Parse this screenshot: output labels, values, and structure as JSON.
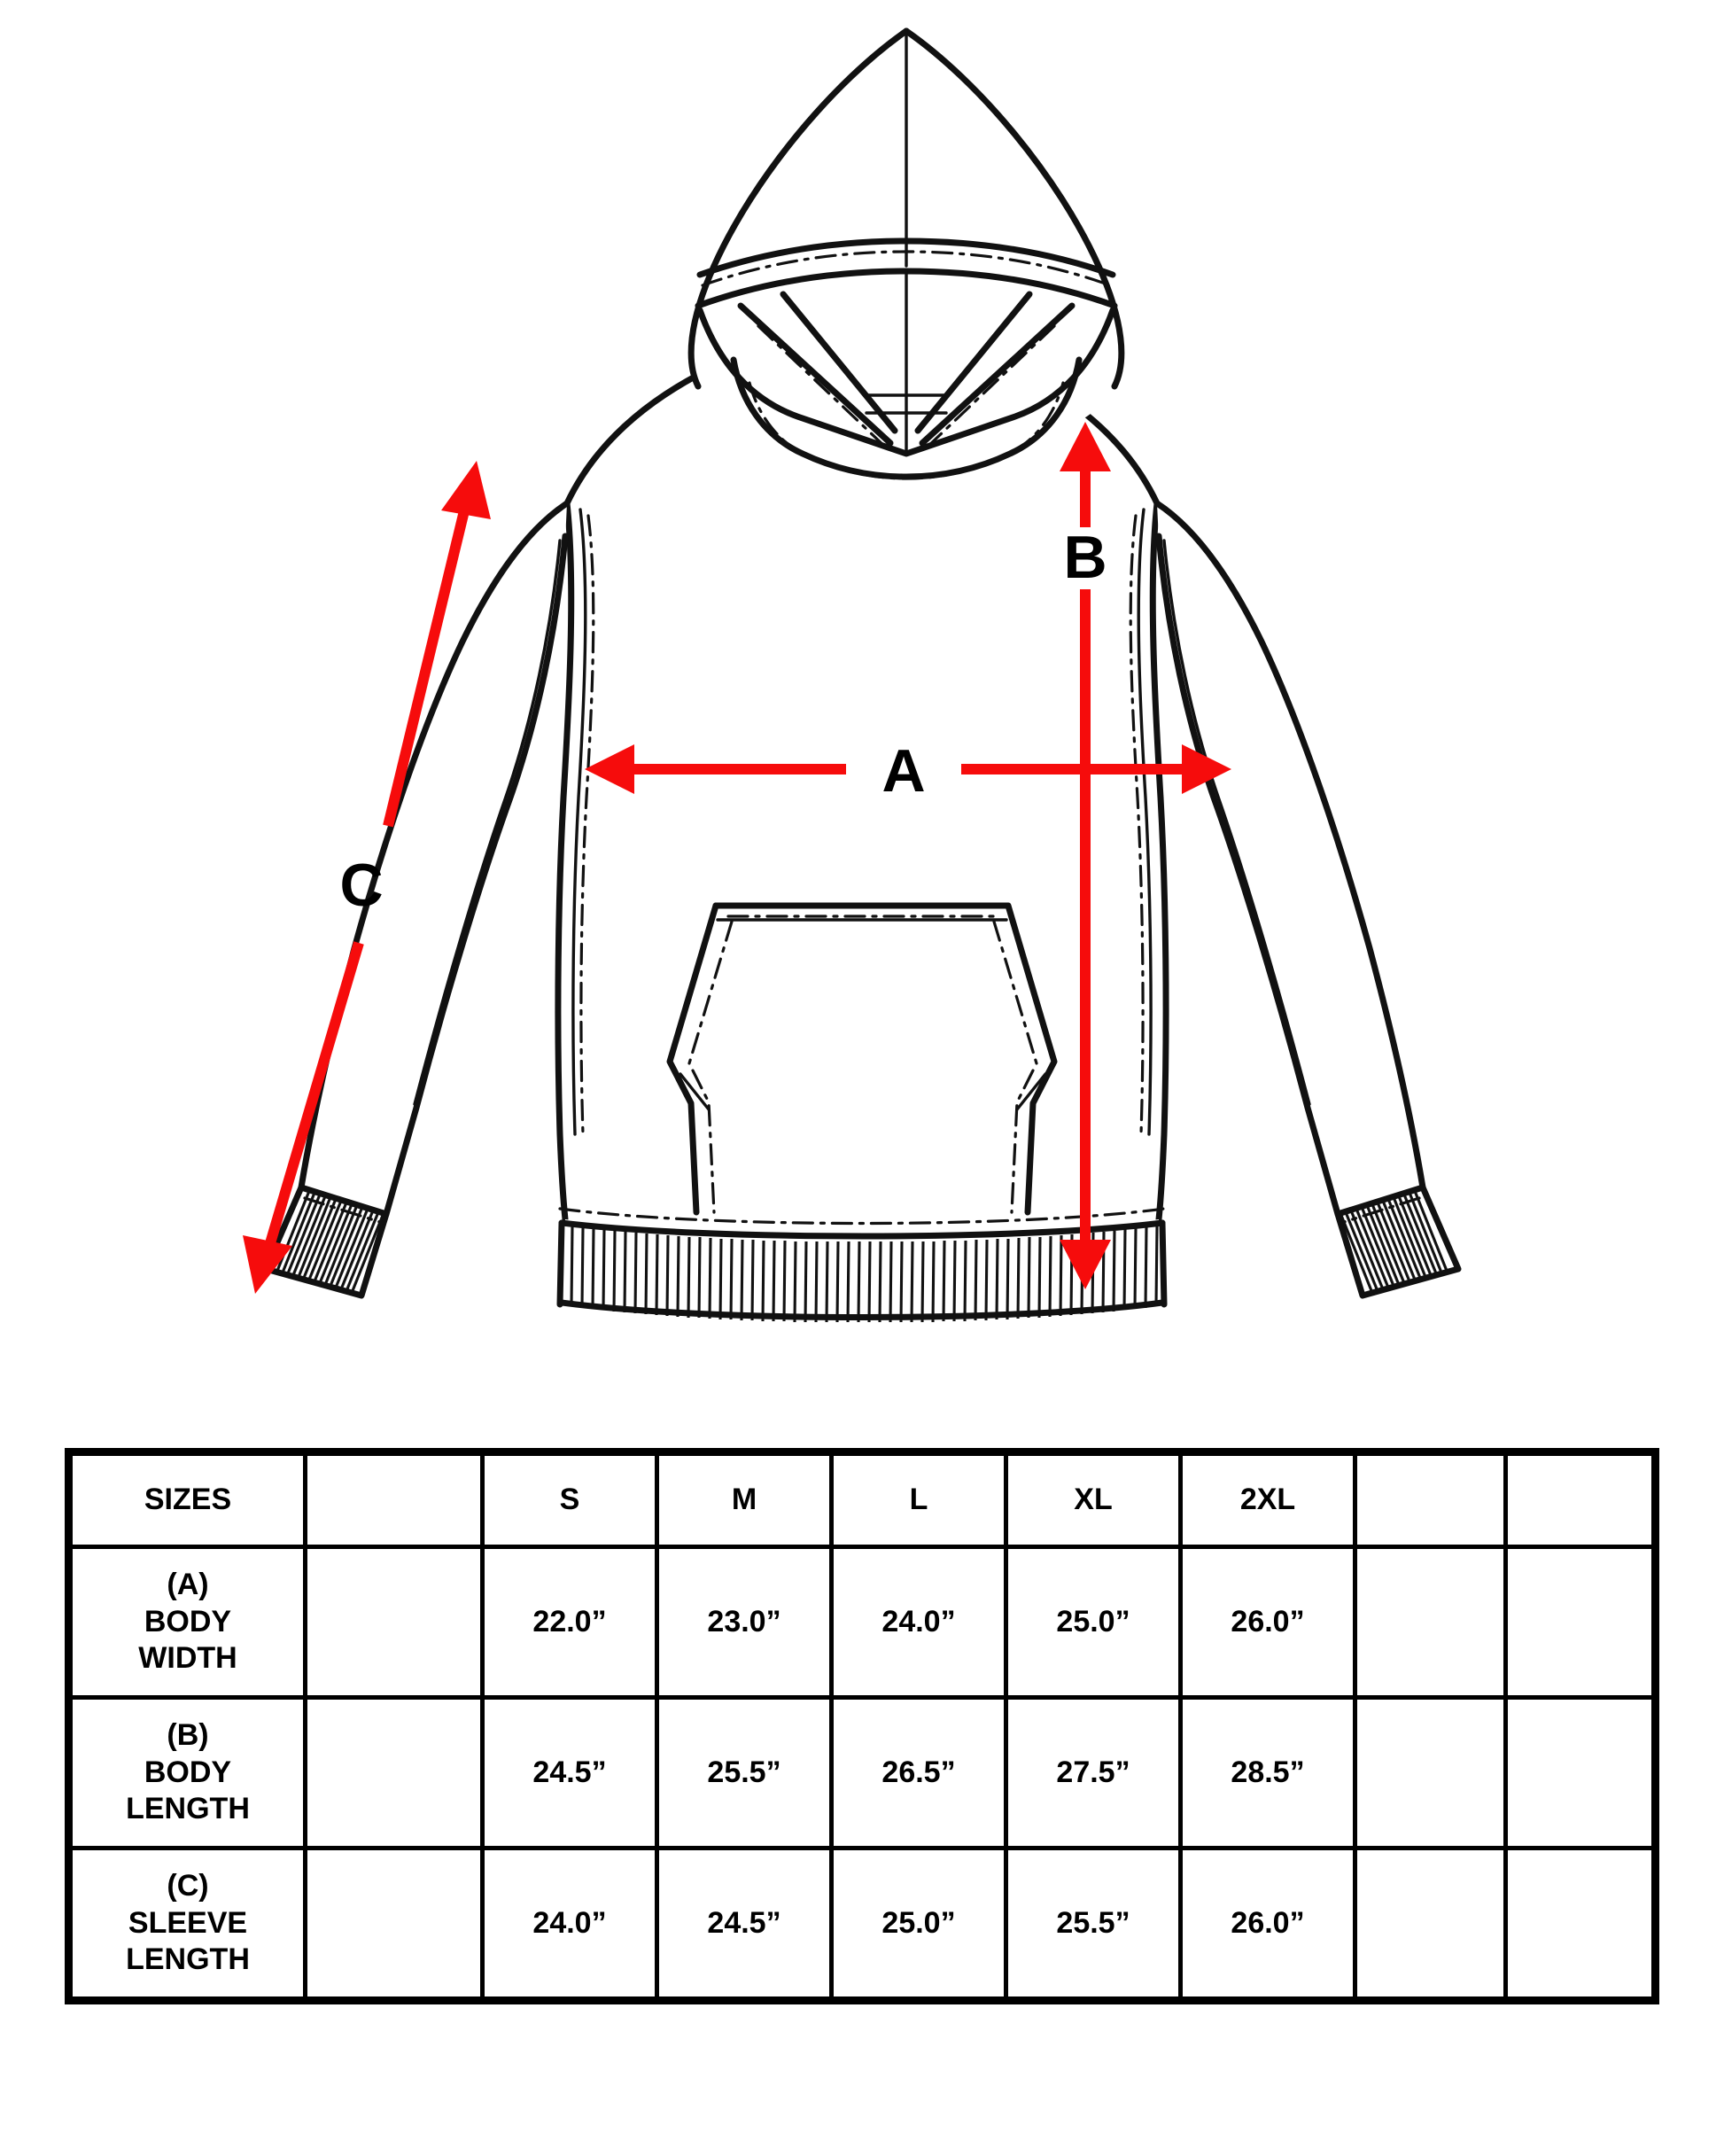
{
  "diagram": {
    "title": "hoodie-size-guide",
    "garment": "pullover hoodie technical flat (front view)",
    "accent_color": "#f60c0c",
    "line_color": "#111111",
    "dimension_markers": [
      {
        "id": "A",
        "label": "A",
        "meaning": "BODY WIDTH",
        "orientation": "horizontal"
      },
      {
        "id": "B",
        "label": "B",
        "meaning": "BODY LENGTH",
        "orientation": "vertical"
      },
      {
        "id": "C",
        "label": "C",
        "meaning": "SLEEVE LENGTH",
        "orientation": "diagonal"
      }
    ]
  },
  "table": {
    "header_label": "SIZES",
    "sizes": [
      "S",
      "M",
      "L",
      "XL",
      "2XL"
    ],
    "blank_gray_color": "#bababa",
    "rows": [
      {
        "marker": "(A)",
        "name_line1": "BODY",
        "name_line2": "WIDTH",
        "values": [
          "22.0”",
          "23.0”",
          "24.0”",
          "25.0”",
          "26.0”"
        ]
      },
      {
        "marker": "(B)",
        "name_line1": "BODY",
        "name_line2": "LENGTH",
        "values": [
          "24.5”",
          "25.5”",
          "26.5”",
          "27.5”",
          "28.5”"
        ]
      },
      {
        "marker": "(C)",
        "name_line1": "SLEEVE",
        "name_line2": "LENGTH",
        "values": [
          "24.0”",
          "24.5”",
          "25.0”",
          "25.5”",
          "26.0”"
        ]
      }
    ]
  },
  "chart_data": {
    "type": "table",
    "title": "Hoodie Size Chart",
    "categories": [
      "S",
      "M",
      "L",
      "XL",
      "2XL"
    ],
    "xlabel": "Size",
    "ylabel": "Inches",
    "series": [
      {
        "name": "(A) BODY WIDTH",
        "values": [
          22.0,
          23.0,
          24.0,
          25.0,
          26.0
        ]
      },
      {
        "name": "(B) BODY LENGTH",
        "values": [
          24.5,
          25.5,
          26.5,
          27.5,
          28.5
        ]
      },
      {
        "name": "(C) SLEEVE LENGTH",
        "values": [
          24.0,
          24.5,
          25.0,
          25.5,
          26.0
        ]
      }
    ],
    "units": "inches"
  }
}
